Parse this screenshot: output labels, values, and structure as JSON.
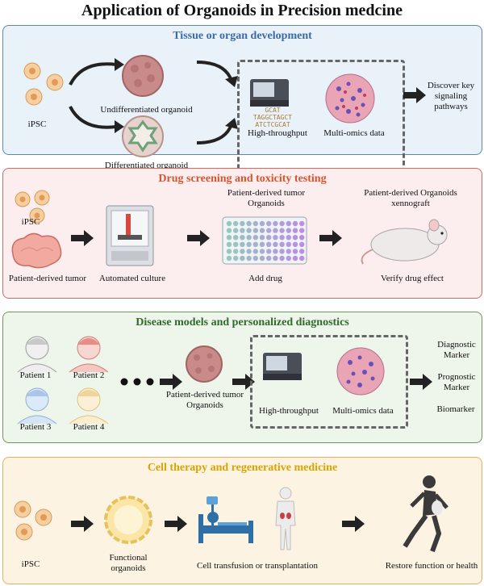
{
  "title": "Application of Organoids in Precision medcine",
  "panel1": {
    "title": "Tissue or organ development",
    "ipsc": "iPSC",
    "undiff": "Undifferentiated organoid",
    "diff": "Differentiated organoid",
    "htp": "High-throughput",
    "omics": "Multi-omics data",
    "discover": "Discover key signaling pathways",
    "seq_text": "GCAT TAGGCTAGCT ATCTCGCAT"
  },
  "panel2": {
    "title": "Drug screening and toxicity testing",
    "ipsc": "iPSC",
    "tumor": "Patient-derived tumor",
    "auto": "Automated culture",
    "pdto": "Patient-derived tumor Organoids",
    "add": "Add drug",
    "xeno": "Patient-derived Organoids xennograft",
    "verify": "Verify drug effect"
  },
  "panel3": {
    "title": "Disease models and personalized diagnostics",
    "p1": "Patient 1",
    "p2": "Patient 2",
    "p3": "Patient 3",
    "p4": "Patient 4",
    "pdto": "Patient-derived tumor Organoids",
    "htp": "High-throughput",
    "omics": "Multi-omics data",
    "diag": "Diagnostic Marker",
    "prog": "Prognostic Marker",
    "bio": "Biomarker"
  },
  "panel4": {
    "title": "Cell therapy and regenerative medicine",
    "ipsc": "iPSC",
    "func": "Functional organoids",
    "transfusion": "Cell transfusion or transplantation",
    "restore": "Restore function or health"
  },
  "colors": {
    "p1_title": "#3b6aa8",
    "p2_title": "#d9532f",
    "p3_title": "#2f6b2a",
    "p4_title": "#d9a400",
    "cell": "#f2c08a"
  }
}
